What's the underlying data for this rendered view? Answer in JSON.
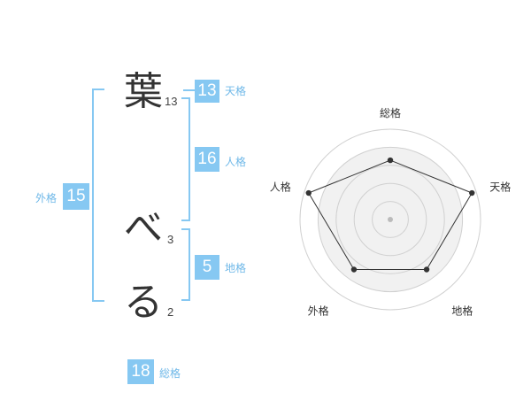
{
  "colors": {
    "accent": "#86c8f2",
    "accent_text": "#6fb8e8",
    "text": "#333333",
    "grid": "#d0d0d0",
    "fill": "#f1f1f1"
  },
  "characters": [
    {
      "char": "葉",
      "strokes": "13"
    },
    {
      "char": "べ",
      "strokes": "3"
    },
    {
      "char": "る",
      "strokes": "2"
    }
  ],
  "fortunes": {
    "tenkaku": {
      "label": "天格",
      "value": "13"
    },
    "jinkaku": {
      "label": "人格",
      "value": "16"
    },
    "chikaku": {
      "label": "地格",
      "value": "5"
    },
    "gaikaku": {
      "label": "外格",
      "value": "15"
    },
    "soukaku": {
      "label": "総格",
      "value": "18"
    }
  },
  "chart_data": {
    "type": "radar",
    "axes": [
      "総格",
      "天格",
      "地格",
      "外格",
      "人格"
    ],
    "values": [
      0.69,
      1.0,
      0.72,
      0.72,
      1.0
    ],
    "scale_max": 1,
    "grid_rings": 5
  }
}
